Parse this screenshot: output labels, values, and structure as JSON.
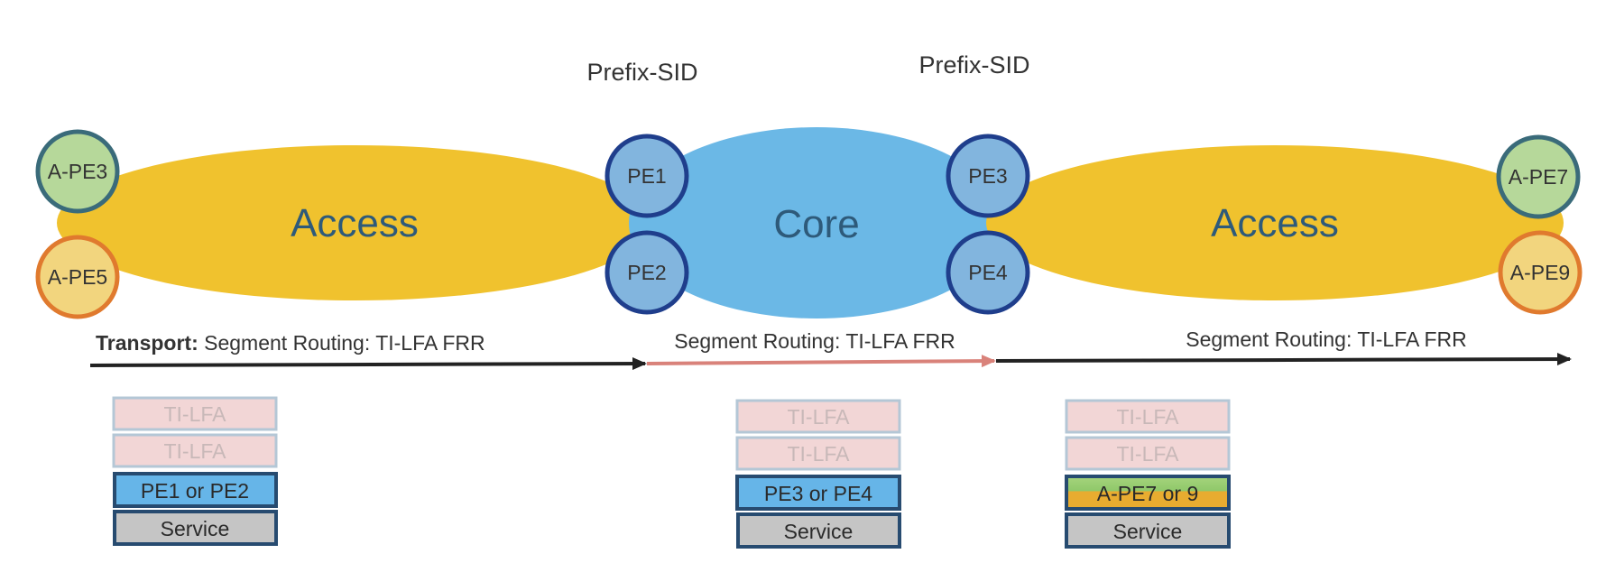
{
  "colors": {
    "access": "#f0c22e",
    "core": "#6bb8e6",
    "pe_fill": "#82b5de",
    "pe_stroke": "#1f3e8c",
    "ape_green_fill": "#b6d89a",
    "ape_green_stroke": "#3a6b7a",
    "ape_orange_fill": "#f2d57e",
    "ape_orange_stroke": "#e07a2e",
    "arrow_black": "#222222",
    "arrow_red": "#d9827a",
    "tilfa_fill": "#f2d6d6",
    "tilfa_stroke": "#b4c7d6",
    "tilfa_text": "#c8b8b8",
    "pe_layer_fill": "#66b5e8",
    "layer_stroke": "#274b70",
    "service_fill": "#c5c5c5",
    "ape_layer_top": "#8fc86a",
    "ape_layer_bottom": "#e8ac30"
  },
  "labels": {
    "prefix_sid_left": "Prefix-SID",
    "prefix_sid_right": "Prefix-SID",
    "access_left": "Access",
    "core": "Core",
    "access_right": "Access"
  },
  "nodes": {
    "ape3": "A-PE3",
    "ape5": "A-PE5",
    "pe1": "PE1",
    "pe2": "PE2",
    "pe3": "PE3",
    "pe4": "PE4",
    "ape7": "A-PE7",
    "ape9": "A-PE9"
  },
  "segments": {
    "left_prefix": "Transport:",
    "left": " Segment Routing: TI-LFA FRR",
    "middle": "Segment Routing: TI-LFA FRR",
    "right": "Segment Routing: TI-LFA FRR"
  },
  "stacks": [
    {
      "layers": [
        "TI-LFA",
        "TI-LFA",
        "PE1 or PE2",
        "Service"
      ]
    },
    {
      "layers": [
        "TI-LFA",
        "TI-LFA",
        "PE3 or PE4",
        "Service"
      ]
    },
    {
      "layers": [
        "TI-LFA",
        "TI-LFA",
        "A-PE7 or 9",
        "Service"
      ]
    }
  ]
}
